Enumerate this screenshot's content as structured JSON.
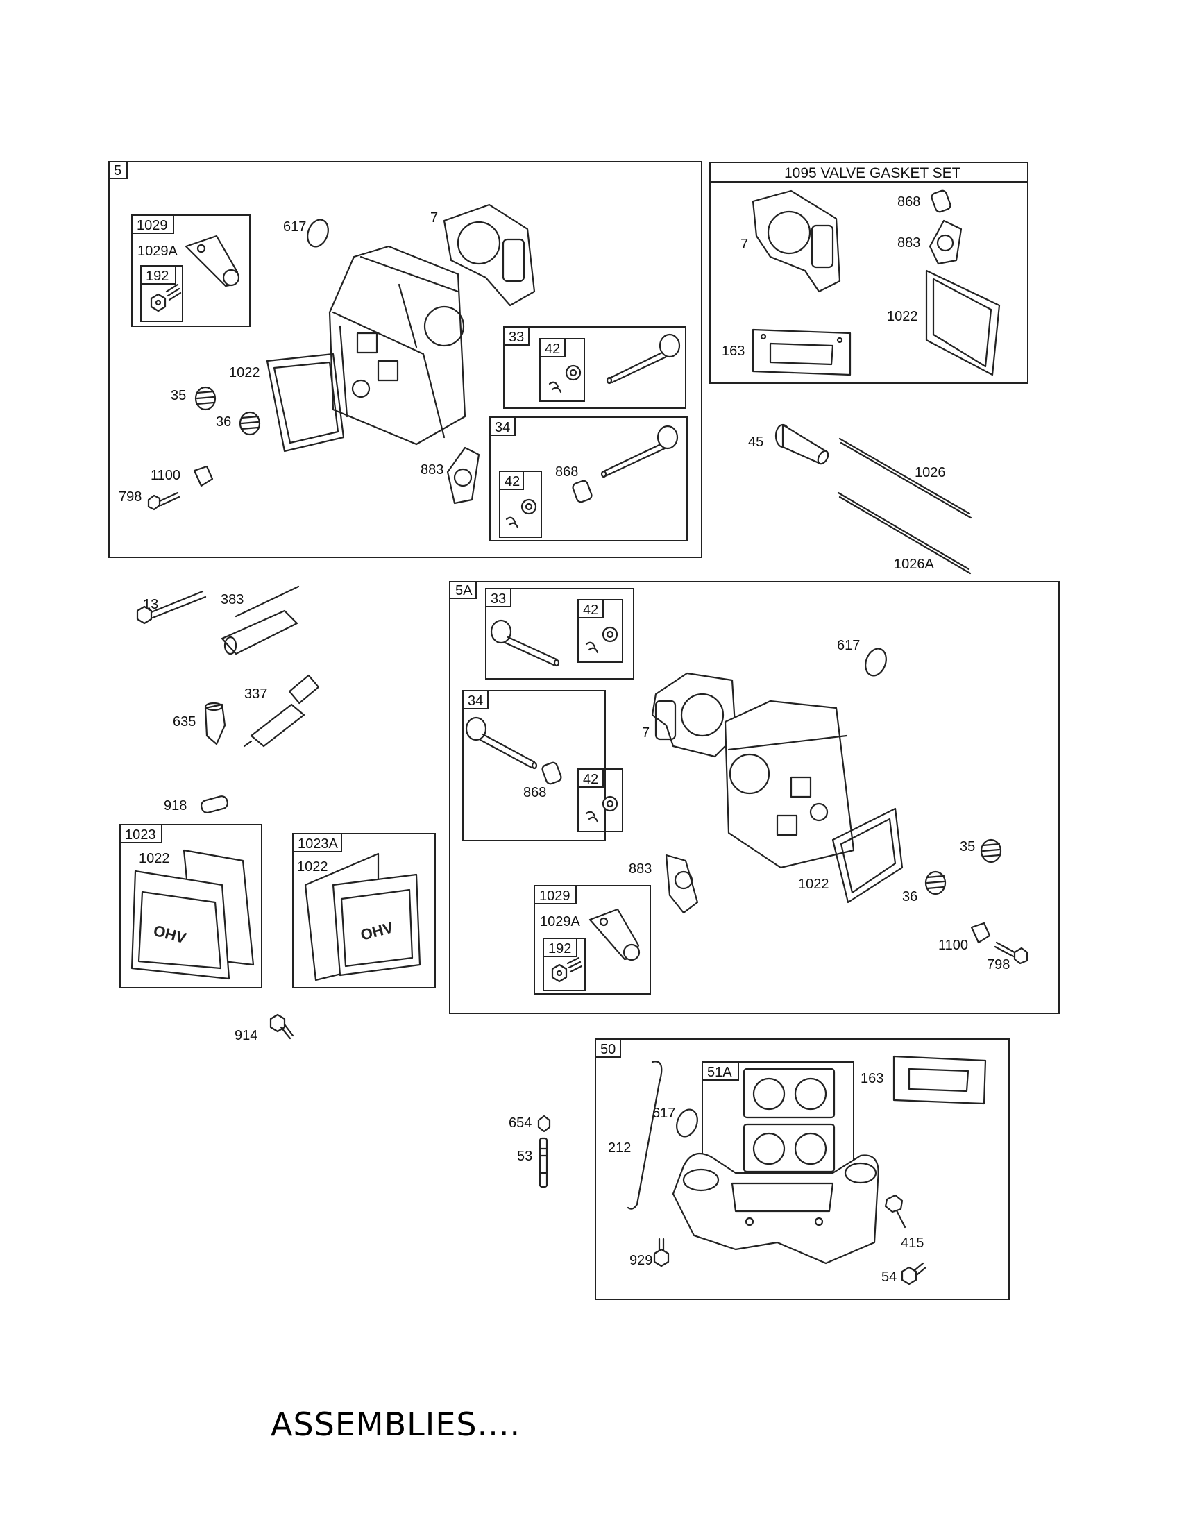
{
  "footer": "ASSEMBLIES....",
  "boxes": {
    "b5": "5",
    "b1029": "1029",
    "b192": "192",
    "b33": "33",
    "b42a": "42",
    "b34": "34",
    "b42b": "42",
    "b1095": "1095 VALVE GASKET SET",
    "b5a": "5A",
    "b33a": "33",
    "b42c": "42",
    "b34a": "34",
    "b42d": "42",
    "b1029b": "1029",
    "b192b": "192",
    "b1023": "1023",
    "b1023a": "1023A",
    "b50": "50",
    "b51a": "51A"
  },
  "labels": {
    "l617a": "617",
    "l7a": "7",
    "l1029a": "1029A",
    "l1022a": "1022",
    "l35a": "35",
    "l36a": "36",
    "l1100a": "1100",
    "l798a": "798",
    "l883a": "883",
    "l868a": "868",
    "l868g": "868",
    "l7g": "7",
    "l883g": "883",
    "l1022g": "1022",
    "l163g": "163",
    "l45": "45",
    "l1026": "1026",
    "l1026a": "1026A",
    "l13": "13",
    "l383": "383",
    "l337": "337",
    "l635": "635",
    "l918": "918",
    "l1022c": "1022",
    "l1022d": "1022",
    "l914": "914",
    "l617b": "617",
    "l7b": "7",
    "l868b": "868",
    "l883b": "883",
    "l1022b": "1022",
    "l35b": "35",
    "l36b": "36",
    "l1100b": "1100",
    "l798b": "798",
    "l1029ab": "1029A",
    "l654": "654",
    "l53": "53",
    "l163m": "163",
    "l617m": "617",
    "l212": "212",
    "l415": "415",
    "l929": "929",
    "l54": "54"
  }
}
